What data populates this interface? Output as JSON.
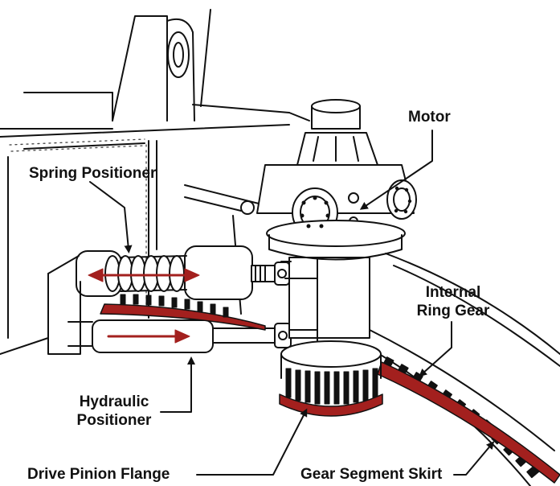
{
  "labels": {
    "motor": "Motor",
    "spring_positioner": "Spring Positioner",
    "internal_ring_gear_line1": "Internal",
    "internal_ring_gear_line2": "Ring Gear",
    "hydraulic_positioner_line1": "Hydraulic",
    "hydraulic_positioner_line2": "Positioner",
    "drive_pinion_flange": "Drive Pinion Flange",
    "gear_segment_skirt": "Gear Segment Skirt"
  },
  "colors": {
    "ink": "#111111",
    "accent_red": "#a3201e",
    "paper": "#ffffff"
  }
}
